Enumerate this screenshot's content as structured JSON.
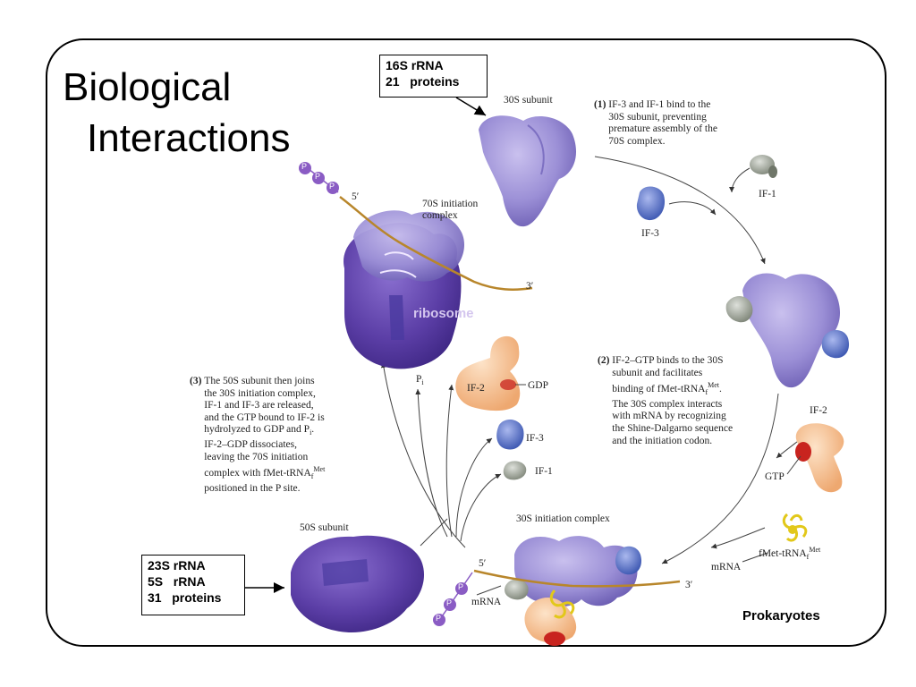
{
  "slide": {
    "title_line1": "Biological",
    "title_line2": "Interactions",
    "footer_label": "Prokaryotes"
  },
  "callouts": {
    "small_subunit_line1": "16S rRNA",
    "small_subunit_line2": "21   proteins",
    "large_subunit_line1": "23S rRNA",
    "large_subunit_line2": "5S   rRNA",
    "large_subunit_line3": "31   proteins"
  },
  "labels": {
    "subunit_30s": "30S subunit",
    "complex_70s_line1": "70S initiation",
    "complex_70s_line2": "complex",
    "ribosome": "ribosome",
    "if1_top": "IF-1",
    "if3_top": "IF-3",
    "if2_right": "IF-2",
    "gtp_right": "GTP",
    "trna_right": "fMet-tRNA",
    "trna_sup": "Met",
    "trna_sub": "f",
    "mrna_right": "mRNA",
    "complex_30s": "30S initiation complex",
    "subunit_50s": "50S subunit",
    "if2_center": "IF-2",
    "gdp_center": "GDP",
    "if3_center": "IF-3",
    "if1_center": "IF-1",
    "pi": "P",
    "pi_sub": "i",
    "five_prime_top": "5′",
    "three_prime_top": "3′",
    "five_prime_bottom": "5′",
    "three_prime_bottom": "3′",
    "mrna_bottom": "mRNA",
    "phosphate": "P"
  },
  "steps": {
    "step1_num": "(1)",
    "step1_text": "IF-3 and IF-1 bind to the\n30S subunit, preventing\npremature assembly of the\n70S complex.",
    "step2_num": "(2)",
    "step2_line1": "IF-2–GTP binds to the 30S",
    "step2_line2": "subunit and facilitates",
    "step2_line3": "binding of fMet-tRNA",
    "step2_line3_end": ".",
    "step2_rest": "The 30S complex interacts\nwith mRNA by recognizing\nthe Shine-Dalgarno sequence\nand the initiation codon.",
    "step3_num": "(3)",
    "step3_line1": "The 50S subunit then joins",
    "step3_mid": "the 30S initiation complex,\nIF-1 and IF-3 are released,\nand the GTP bound to IF-2 is",
    "step3_pi_line": "hydrolyzed to GDP and P",
    "step3_pi_line_end": ".",
    "step3_mid2": "IF-2–GDP dissociates,\nleaving the 70S initiation",
    "step3_trna_line": "complex with fMet-tRNA",
    "step3_last": "positioned in the P site."
  },
  "colors": {
    "subunit_30s": "#9b8fd6",
    "subunit_50s": "#5b3ea6",
    "if1": "#9aa096",
    "if3": "#5573c4",
    "if2": "#f7c695",
    "gtp": "#c8241f",
    "mrna": "#b8862b",
    "trna": "#e2c81a",
    "phosphate": "#8a5cc4"
  }
}
